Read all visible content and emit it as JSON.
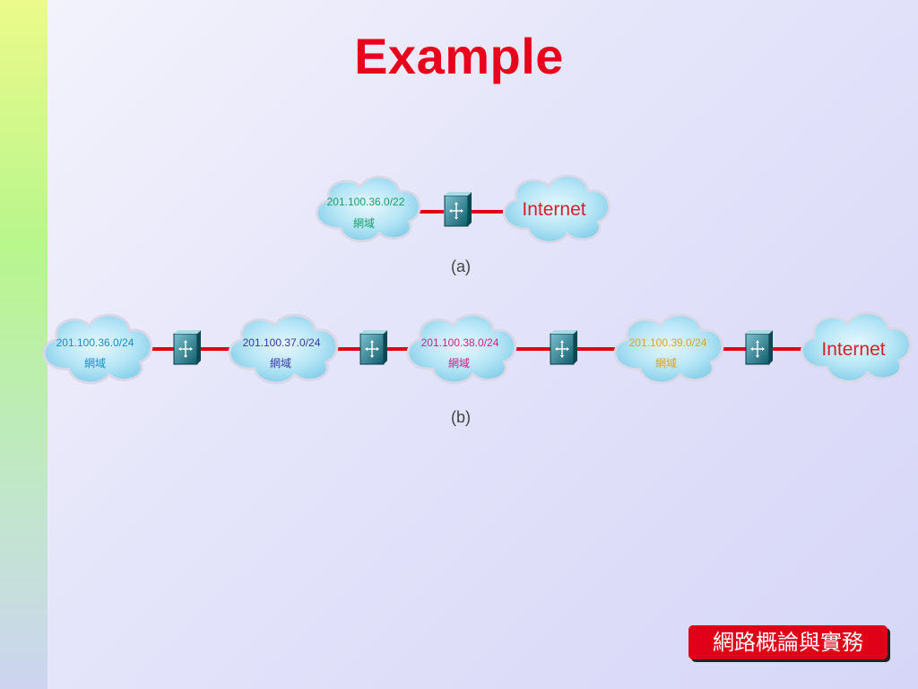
{
  "title": "Example",
  "diagram_a": {
    "network_prefix": "201.100.36.0/22",
    "network_label": "網域",
    "internet_label": "Internet",
    "caption": "(a)"
  },
  "diagram_b": {
    "networks": [
      {
        "prefix": "201.100.36.0/24",
        "label": "網域"
      },
      {
        "prefix": "201.100.37.0/24",
        "label": "網域"
      },
      {
        "prefix": "201.100.38.0/24",
        "label": "網域"
      },
      {
        "prefix": "201.100.39.0/24",
        "label": "網域"
      }
    ],
    "internet_label": "Internet",
    "caption": "(b)"
  },
  "footer": "網路概論與實務",
  "colors": {
    "title": "#e8001c",
    "link": "#e0001c",
    "cloud": "#9fdcf2",
    "router": "#1d6f80",
    "prefix_a": "#16a06a",
    "prefix_b": [
      "#1a8fc8",
      "#3a3aa0",
      "#d0208a",
      "#e0a028"
    ],
    "internet": "#d8202c"
  }
}
